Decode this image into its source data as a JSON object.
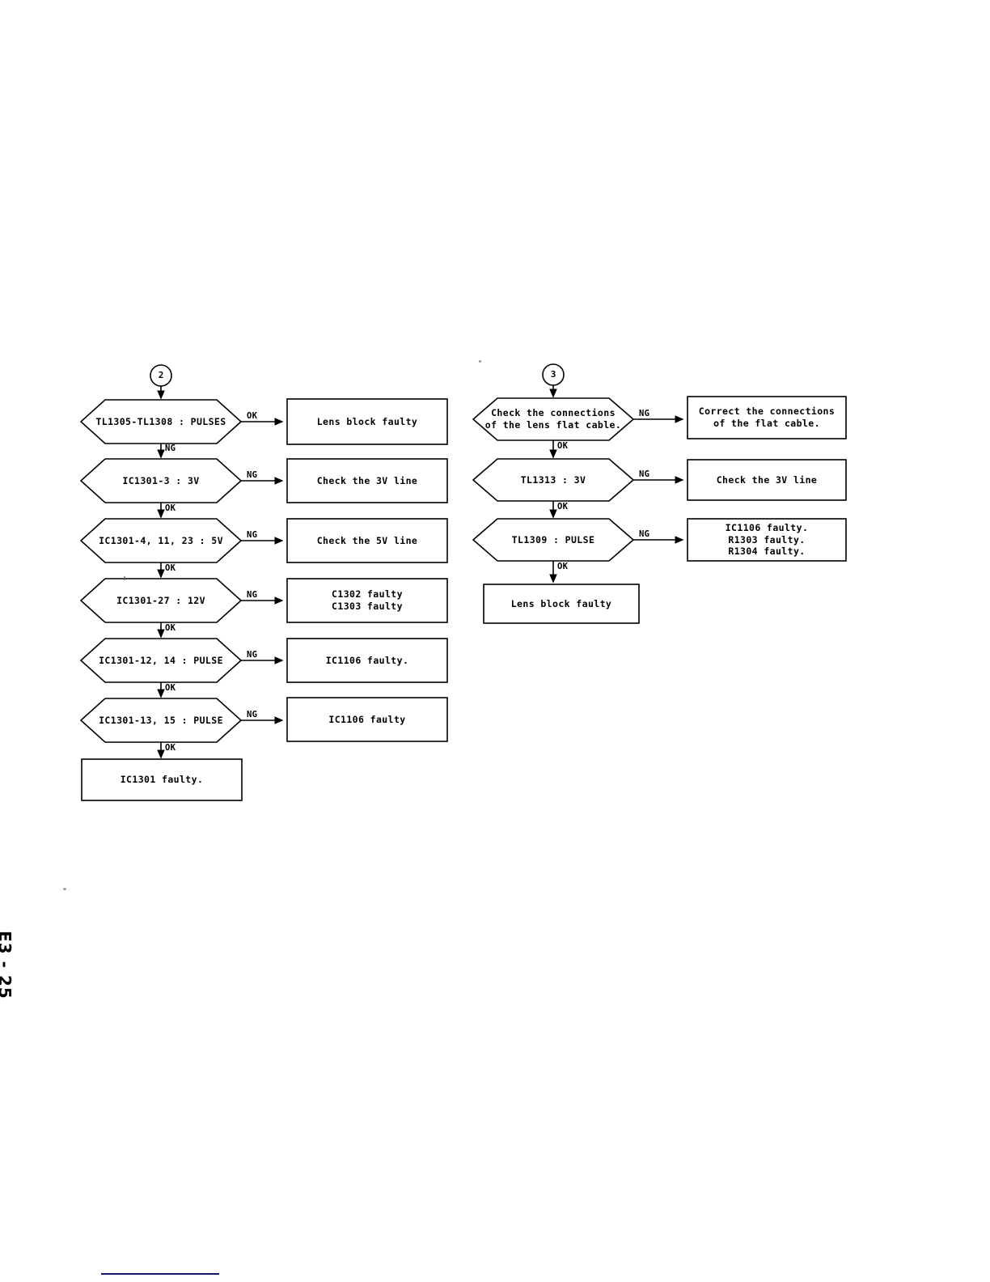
{
  "page": {
    "label": "E3 - 25",
    "background": "#ffffff",
    "ink": "#000000",
    "rule_color": "#151a66"
  },
  "diagram": {
    "type": "troubleshooting-flowchart",
    "columns": [
      {
        "id": "column-left",
        "connector": {
          "label": "2",
          "shape": "circle"
        },
        "steps": [
          {
            "id": "step-tl1305",
            "decision": "TL1305-TL1308 : PULSES",
            "branch_label": "OK",
            "result": "Lens block faulty",
            "continue_label": "NG"
          },
          {
            "id": "step-ic1301-3",
            "decision": "IC1301-3 : 3V",
            "branch_label": "NG",
            "result": "Check the 3V line",
            "continue_label": "OK"
          },
          {
            "id": "step-ic1301-4-11-23",
            "decision": "IC1301-4, 11, 23 : 5V",
            "branch_label": "NG",
            "result": "Check the 5V line",
            "continue_label": "OK"
          },
          {
            "id": "step-ic1301-27",
            "decision": "IC1301-27 : 12V",
            "branch_label": "NG",
            "result": "C1302 faulty\nC1303 faulty",
            "continue_label": "OK"
          },
          {
            "id": "step-ic1301-12-14",
            "decision": "IC1301-12, 14 : PULSE",
            "branch_label": "NG",
            "result": "IC1106 faulty.",
            "continue_label": "OK"
          },
          {
            "id": "step-ic1301-13-15",
            "decision": "IC1301-13, 15 : PULSE",
            "branch_label": "NG",
            "result": "IC1106 faulty",
            "continue_label": "OK"
          }
        ],
        "terminal": "IC1301 faulty."
      },
      {
        "id": "column-right",
        "connector": {
          "label": "3",
          "shape": "circle"
        },
        "steps": [
          {
            "id": "step-flat-cable",
            "decision": "Check the connections\nof the lens flat cable.",
            "branch_label": "NG",
            "result": "Correct the connections\nof the flat cable.",
            "continue_label": "OK"
          },
          {
            "id": "step-tl1313",
            "decision": "TL1313 : 3V",
            "branch_label": "NG",
            "result": "Check the 3V line",
            "continue_label": "OK"
          },
          {
            "id": "step-tl1309",
            "decision": "TL1309 : PULSE",
            "branch_label": "NG",
            "result": "IC1106 faulty.\nR1303 faulty.\nR1304 faulty.",
            "continue_label": "OK"
          }
        ],
        "terminal": "Lens block faulty"
      }
    ]
  }
}
